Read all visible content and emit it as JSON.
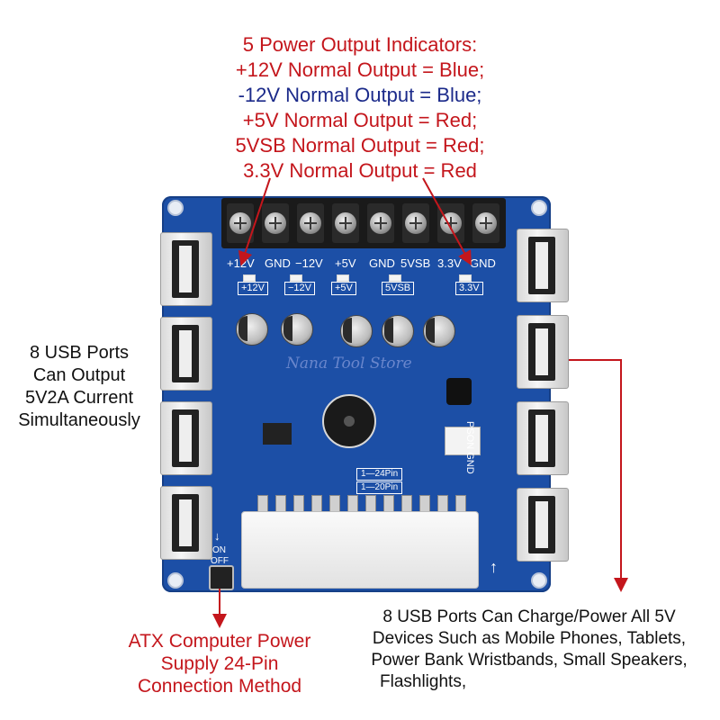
{
  "header": {
    "title": "5 Power Output Indicators:",
    "lines": [
      "+12V Normal Output = Blue;",
      "-12V Normal Output = Blue;",
      "+5V Normal Output = Red;",
      "5VSB Normal Output = Red;",
      "3.3V Normal Output = Red"
    ]
  },
  "board": {
    "terminal_labels": [
      "+12V",
      "GND",
      "−12V",
      "+5V",
      "GND",
      "5VSB",
      "3.3V",
      "GND"
    ],
    "led_labels": [
      "+12V",
      "−12V",
      "+5V",
      "5VSB",
      "3.3V"
    ],
    "pin_headers": [
      "1—24Pin",
      "1—20Pin"
    ],
    "switch_on": "ON",
    "switch_off": "OFF",
    "pson": "PSON GND",
    "watermark": "Nana Tool Store"
  },
  "captions": {
    "left": [
      "8 USB Ports",
      "Can Output",
      "5V2A Current",
      "Simultaneously"
    ],
    "bottom_left": [
      "ATX Computer Power",
      "Supply 24-Pin",
      "Connection Method"
    ],
    "bottom_right": [
      "8 USB Ports Can Charge/Power All 5V",
      "Devices Such as Mobile Phones, Tablets,",
      "Power Bank Wristbands, Small Speakers,",
      "Flashlights,"
    ]
  },
  "colors": {
    "accent_red": "#c4161c",
    "label_blue": "#1b2a8a",
    "pcb_blue": "#1c4fa6"
  }
}
